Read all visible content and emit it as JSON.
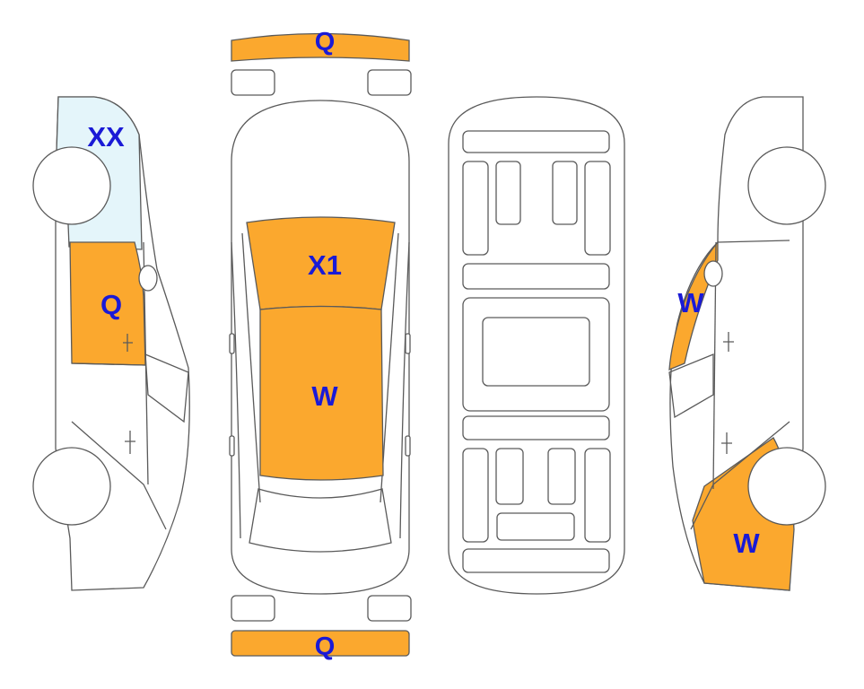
{
  "colors": {
    "marked": "#fba82e",
    "light": "#e4f5fa",
    "label": "#1a1ad6"
  },
  "labels": {
    "front_bumper": "Q",
    "rear_bumper": "Q",
    "left_rear_fender": "XX",
    "left_rear_door": "Q",
    "roof_front": "X1",
    "roof_rear": "W",
    "right_front_door": "W",
    "right_front_fender": "W"
  }
}
